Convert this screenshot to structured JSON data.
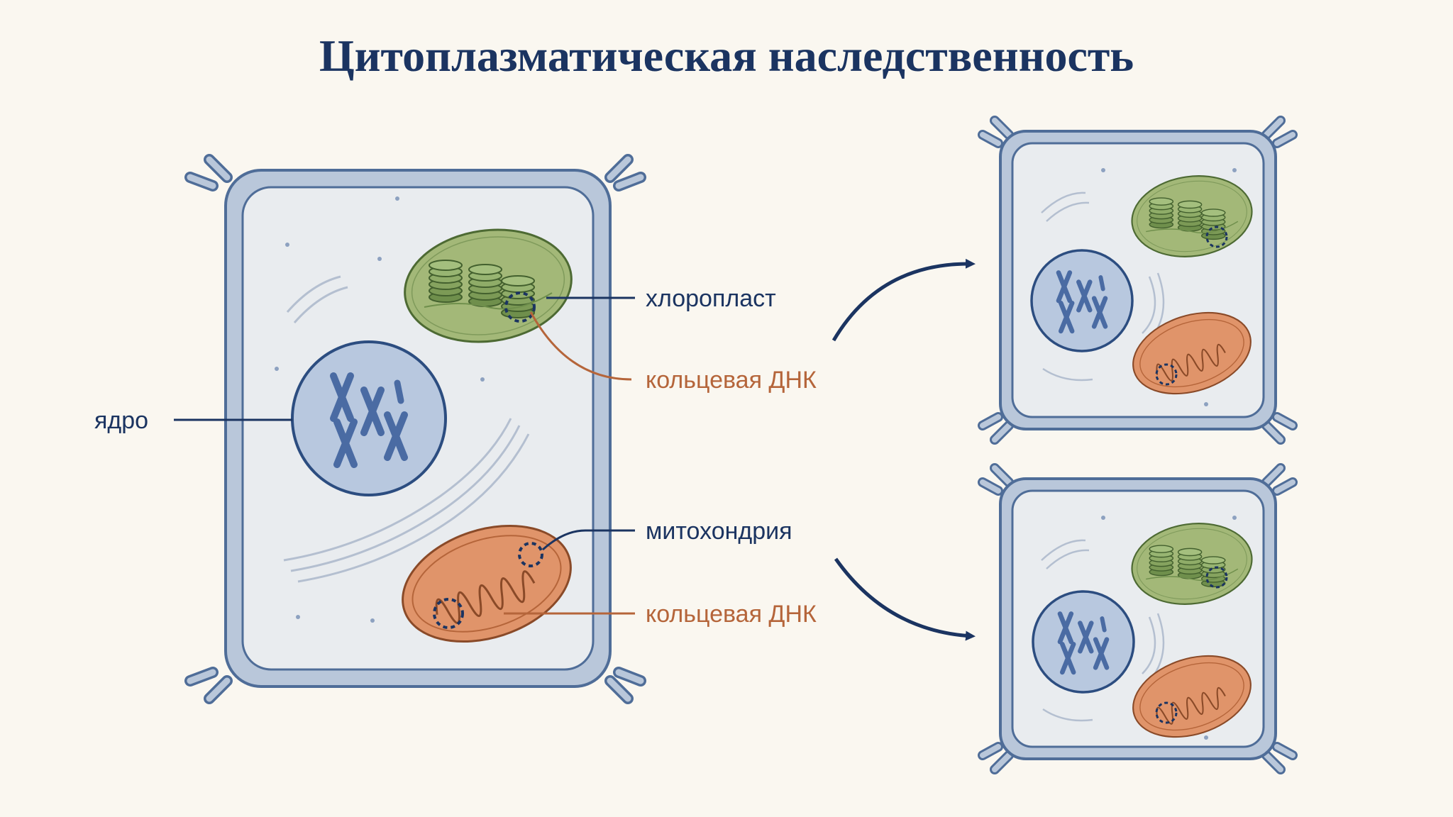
{
  "title": "Цитоплазматическая наследственность",
  "labels": {
    "chloroplast": "хлоропласт",
    "ring_dna_chloroplast": "кольцевая ДНК",
    "nucleus": "ядро",
    "mitochondrion": "митохондрия",
    "ring_dna_mitochondrion": "кольцевая ДНК"
  },
  "colors": {
    "background": "#faf7f0",
    "title": "#1b3461",
    "label_dark": "#1b3461",
    "label_orange": "#b5653a",
    "cell_wall": "#b9c7da",
    "cell_wall_stroke": "#4f6d98",
    "cytoplasm": "#e9ecef",
    "nucleus_fill": "#b8c8df",
    "chloroplast_fill": "#a3b878",
    "mitochondrion_fill": "#e0946a"
  }
}
